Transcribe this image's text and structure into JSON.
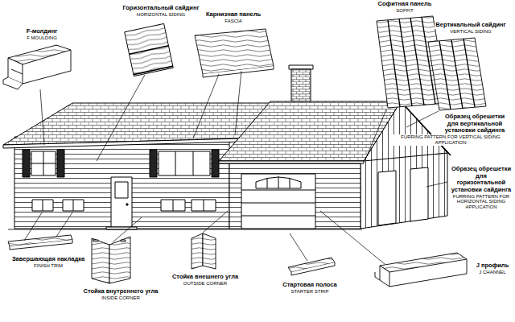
{
  "diagram": {
    "labels": [
      "F-молдинг",
      "F MOULDING",
      "Горизонтальный сайдинг",
      "HORIZONTAL SIDING",
      "Карнизная панель",
      "FASCIA",
      "Софитная панель",
      "SOFFIT",
      "Вертикальный сайдинг",
      "VERTICAL SIDING",
      "Образец обрешетки для вертикальной установки сайдинга",
      "FURRING PATTERN FOR VERTICAL SIDING APPLICATION",
      "Образец обрешетки для горизонтальной установки сайдинга",
      "FURRING PATTERN FOR HORIZONTAL SIDING APPLICATION",
      "Завершающая накладка",
      "FINISH TRIM",
      "Стойка внутреннего угла",
      "INSIDE CORNER",
      "Стойка внешнего угла",
      "OUTSIDE CORNER",
      "Стартовая полоса",
      "STARTER STRIP",
      "J профиль",
      "J CHANNEL"
    ]
  }
}
